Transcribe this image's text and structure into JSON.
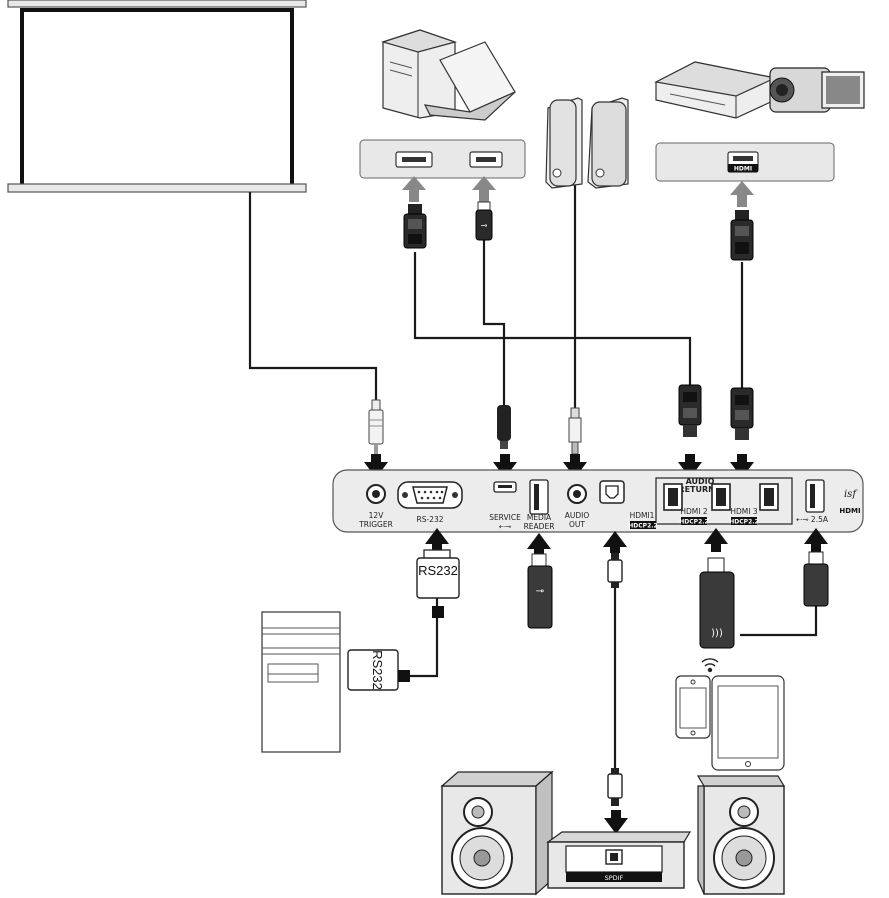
{
  "ports": {
    "trigger_line1": "12V",
    "trigger_line2": "TRIGGER",
    "rs232": "RS-232",
    "service_line1": "SERVICE",
    "service_symbol": "⇠⊸",
    "media_line1": "MEDIA",
    "media_line2": "READER",
    "audio_out_line1": "AUDIO",
    "audio_out_line2": "OUT",
    "audio_return_line1": "AUDIO",
    "audio_return_line2": "RETURN+",
    "hdmi1": "HDMI1",
    "hdmi2": "HDMI 2",
    "hdmi3": "HDMI 3",
    "hdcp1": "HDCP2.2",
    "hdcp2": "HDCP2.2",
    "hdcp3": "HDCP2.2",
    "usb_power": "⇠⊸ 2.5A",
    "isf": "isf",
    "hdmi_logo": "HDMI"
  },
  "devices": {
    "pc_rs232_label": "RS232",
    "cable_rs232_label": "RS232",
    "source_port_label": "HDMI",
    "spdif_label": "SPDIF"
  }
}
